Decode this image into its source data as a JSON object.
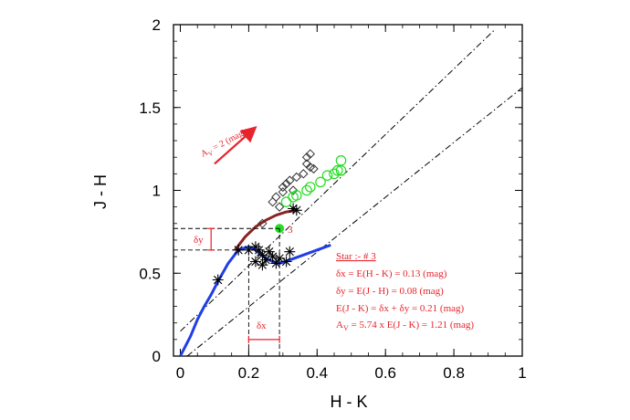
{
  "chart_data": {
    "type": "scatter",
    "title": "",
    "xlabel": "H - K",
    "ylabel": "J - H",
    "xlim": [
      -0.02,
      1.0
    ],
    "ylim": [
      0,
      2.0
    ],
    "x_ticks": [
      0,
      0.2,
      0.4,
      0.6,
      0.8,
      1
    ],
    "x_tick_labels": [
      "0",
      "0.2",
      "0.4",
      "0.6",
      "0.8",
      "1"
    ],
    "y_ticks": [
      0,
      0.5,
      1,
      1.5,
      2
    ],
    "y_tick_labels": [
      "0",
      "0.5",
      "1",
      "1.5",
      "2"
    ],
    "grid": false,
    "colors": {
      "annotation": "#e8232b",
      "dwarf_locus": "#1f3ee6",
      "giant_locus": "#8b2323",
      "green_points": "#22dd22",
      "axes": "#000000"
    },
    "series": [
      {
        "role": "reddening_line_upper",
        "style": "dash-dot",
        "x": [
          0.0,
          0.92
        ],
        "y": [
          0.15,
          1.97
        ]
      },
      {
        "role": "reddening_line_lower",
        "style": "dash-dot",
        "x": [
          0.02,
          1.0
        ],
        "y": [
          0.0,
          1.62
        ]
      },
      {
        "role": "dwarf_locus",
        "style": "solid",
        "x": [
          0.0,
          0.03,
          0.05,
          0.07,
          0.09,
          0.11,
          0.14,
          0.17,
          0.2,
          0.22,
          0.25,
          0.27,
          0.29,
          0.32,
          0.36,
          0.4,
          0.44
        ],
        "y": [
          0.0,
          0.12,
          0.22,
          0.3,
          0.37,
          0.45,
          0.56,
          0.64,
          0.66,
          0.64,
          0.59,
          0.57,
          0.56,
          0.58,
          0.61,
          0.64,
          0.67
        ]
      },
      {
        "role": "giant_locus",
        "style": "solid",
        "x": [
          0.16,
          0.19,
          0.22,
          0.25,
          0.28,
          0.31,
          0.34
        ],
        "y": [
          0.64,
          0.72,
          0.78,
          0.82,
          0.85,
          0.87,
          0.88
        ]
      },
      {
        "role": "asterisk_points",
        "marker": "asterisk",
        "x": [
          0.11,
          0.17,
          0.2,
          0.22,
          0.23,
          0.24,
          0.25,
          0.26,
          0.27,
          0.28,
          0.22,
          0.24,
          0.29,
          0.31,
          0.32,
          0.33,
          0.34
        ],
        "y": [
          0.46,
          0.64,
          0.64,
          0.66,
          0.64,
          0.61,
          0.58,
          0.63,
          0.6,
          0.56,
          0.57,
          0.55,
          0.59,
          0.57,
          0.63,
          0.89,
          0.88
        ]
      },
      {
        "role": "diamond_points",
        "marker": "diamond",
        "x": [
          0.24,
          0.27,
          0.28,
          0.29,
          0.3,
          0.3,
          0.31,
          0.32,
          0.33,
          0.34,
          0.36,
          0.37,
          0.38,
          0.38,
          0.39,
          0.37
        ],
        "y": [
          0.8,
          0.93,
          0.96,
          0.9,
          0.99,
          1.02,
          1.04,
          1.06,
          1.0,
          1.08,
          1.1,
          1.16,
          1.22,
          1.14,
          1.13,
          1.2
        ]
      },
      {
        "role": "green_circle_points",
        "marker": "open-circle",
        "x": [
          0.31,
          0.33,
          0.34,
          0.37,
          0.38,
          0.41,
          0.43,
          0.45,
          0.46,
          0.47,
          0.47
        ],
        "y": [
          0.93,
          0.96,
          0.97,
          1.0,
          1.02,
          1.05,
          1.09,
          1.1,
          1.12,
          1.12,
          1.18
        ]
      },
      {
        "role": "highlighted_star",
        "marker": "filled-circle",
        "label": "3",
        "x": [
          0.29
        ],
        "y": [
          0.77
        ]
      }
    ],
    "reddening_vector": {
      "label_main": "A",
      "label_sub": "V",
      "label_rest": " = 2 (mag)",
      "x_start": 0.1,
      "y_start": 1.16,
      "x_end": 0.22,
      "y_end": 1.38
    },
    "guides": {
      "dashed_horizontal_1": {
        "y": 0.77,
        "x_from": -0.02,
        "x_to": 0.29
      },
      "dashed_horizontal_2": {
        "y": 0.64,
        "x_from": -0.02,
        "x_to": 0.2
      },
      "dashed_vertical_1": {
        "x": 0.2,
        "y_from": 0.0,
        "y_to": 0.64
      },
      "dashed_vertical_2": {
        "x": 0.29,
        "y_from": 0.0,
        "y_to": 0.77
      },
      "delta_y_label": "δy",
      "delta_x_label": "δx"
    },
    "annotation_block": {
      "heading": "Star :- # 3",
      "lines": [
        "δx = E(H - K) = 0.13 (mag)",
        "δy = E(J - H) = 0.08 (mag)",
        "E(J - K) = δx + δy = 0.21 (mag)"
      ],
      "av_line_main": "A",
      "av_line_sub": "V",
      "av_line_rest": " = 5.74 x E(J - K) = 1.21 (mag)"
    }
  }
}
